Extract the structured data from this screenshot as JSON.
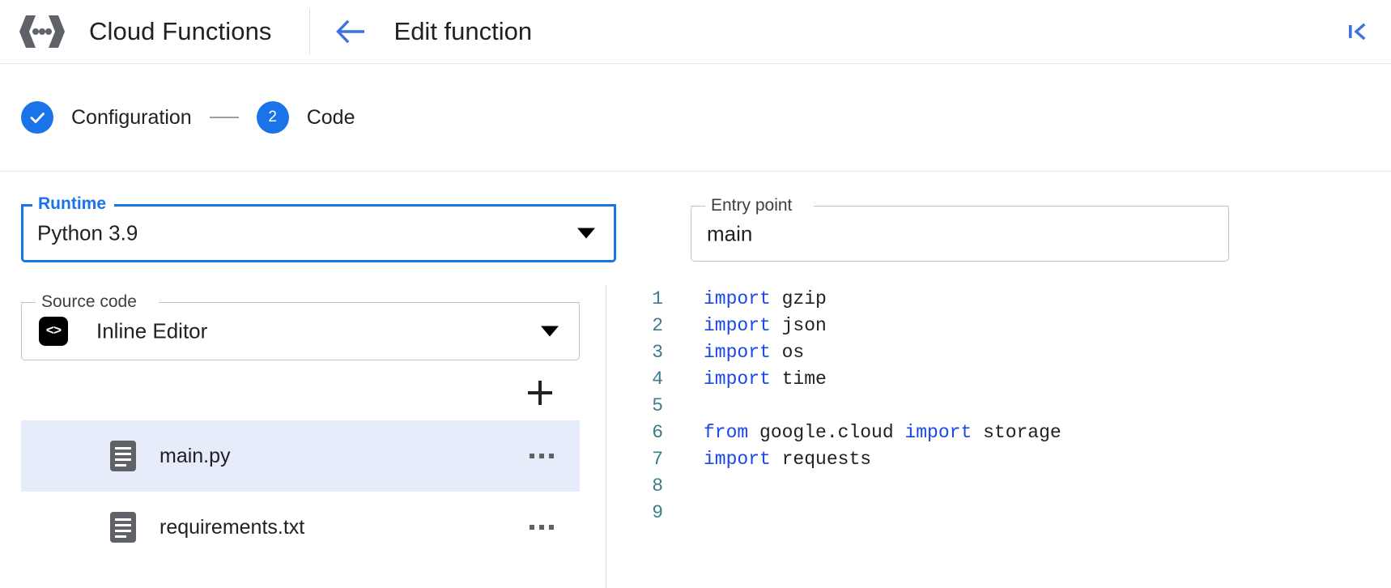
{
  "appbar": {
    "logo_icon": "cloud-functions-logo",
    "brand": "Cloud Functions",
    "back_icon": "arrow-left-icon",
    "page_title": "Edit function",
    "collapse_icon": "collapse-panel-icon"
  },
  "stepper": {
    "steps": [
      {
        "marker": "✓",
        "label": "Configuration",
        "state": "complete"
      },
      {
        "marker": "2",
        "label": "Code",
        "state": "active"
      }
    ]
  },
  "form": {
    "runtime": {
      "label": "Runtime",
      "value": "Python 3.9",
      "caret_icon": "chevron-down-icon",
      "help_icon": "help-icon",
      "focused": true
    },
    "entry_point": {
      "label": "Entry point",
      "value": "main",
      "placeholder": "main",
      "help_icon": "help-icon",
      "focused": false
    },
    "source_code": {
      "label": "Source code",
      "value": "Inline Editor",
      "badge_icon": "inline-code-icon",
      "badge_glyph": "<>",
      "caret_icon": "chevron-down-icon"
    }
  },
  "files": {
    "add_label": "+",
    "add_icon": "add-file-icon",
    "more_icon": "more-options-icon",
    "items": [
      {
        "name": "main.py",
        "icon": "file-icon",
        "selected": true
      },
      {
        "name": "requirements.txt",
        "icon": "file-icon",
        "selected": false
      }
    ]
  },
  "editor": {
    "lines": [
      {
        "n": "1",
        "parts": [
          {
            "t": "import",
            "k": true
          },
          {
            "t": " gzip",
            "k": false
          }
        ]
      },
      {
        "n": "2",
        "parts": [
          {
            "t": "import",
            "k": true
          },
          {
            "t": " json",
            "k": false
          }
        ]
      },
      {
        "n": "3",
        "parts": [
          {
            "t": "import",
            "k": true
          },
          {
            "t": " os",
            "k": false
          }
        ]
      },
      {
        "n": "4",
        "parts": [
          {
            "t": "import",
            "k": true
          },
          {
            "t": " time",
            "k": false
          }
        ]
      },
      {
        "n": "5",
        "parts": []
      },
      {
        "n": "6",
        "parts": [
          {
            "t": "from",
            "k": true
          },
          {
            "t": " google.cloud ",
            "k": false
          },
          {
            "t": "import",
            "k": true
          },
          {
            "t": " storage",
            "k": false
          }
        ]
      },
      {
        "n": "7",
        "parts": [
          {
            "t": "import",
            "k": true
          },
          {
            "t": " requests",
            "k": false
          }
        ]
      },
      {
        "n": "8",
        "parts": []
      },
      {
        "n": "9",
        "parts": []
      }
    ]
  },
  "colors": {
    "accent": "#1a73e8",
    "selected_row": "#e7ecfa",
    "keyword": "#1a47e8",
    "line_number": "#3c7d8a",
    "logo_gray": "#5f6368"
  }
}
